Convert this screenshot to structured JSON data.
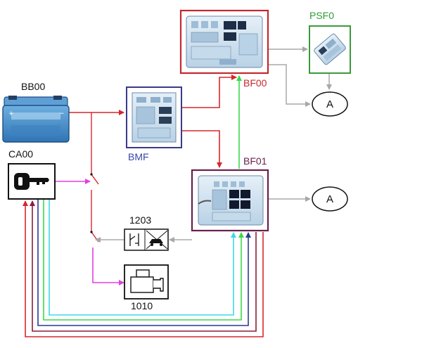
{
  "colors": {
    "red": "#d8262c",
    "green": "#3bd84a",
    "magenta": "#e040e0",
    "gray": "#a8a8a8",
    "cyan": "#3fd8e8",
    "darkblue": "#2a3b8f",
    "darkred": "#8e1b3c",
    "bmf_frame": "#3a3a8a",
    "bf00_frame": "#c4282f",
    "bf01_frame": "#6b1f4e",
    "psf0_frame": "#3a9a3a",
    "module_fill": "#d6e6f2"
  },
  "labels": {
    "bb00": "BB00",
    "ca00": "CA00",
    "bmf": "BMF",
    "bf00": "BF00",
    "bf01": "BF01",
    "psf0": "PSF0",
    "c1203": "1203",
    "c1010": "1010",
    "node_a_top": "A",
    "node_a_right": "A"
  },
  "icons": {
    "battery": "battery-icon",
    "key": "ignition-key-icon",
    "fuse_box": "fuse-box-icon",
    "inertia_switch": "inertia-switch-icon",
    "starter": "starter-motor-icon"
  }
}
